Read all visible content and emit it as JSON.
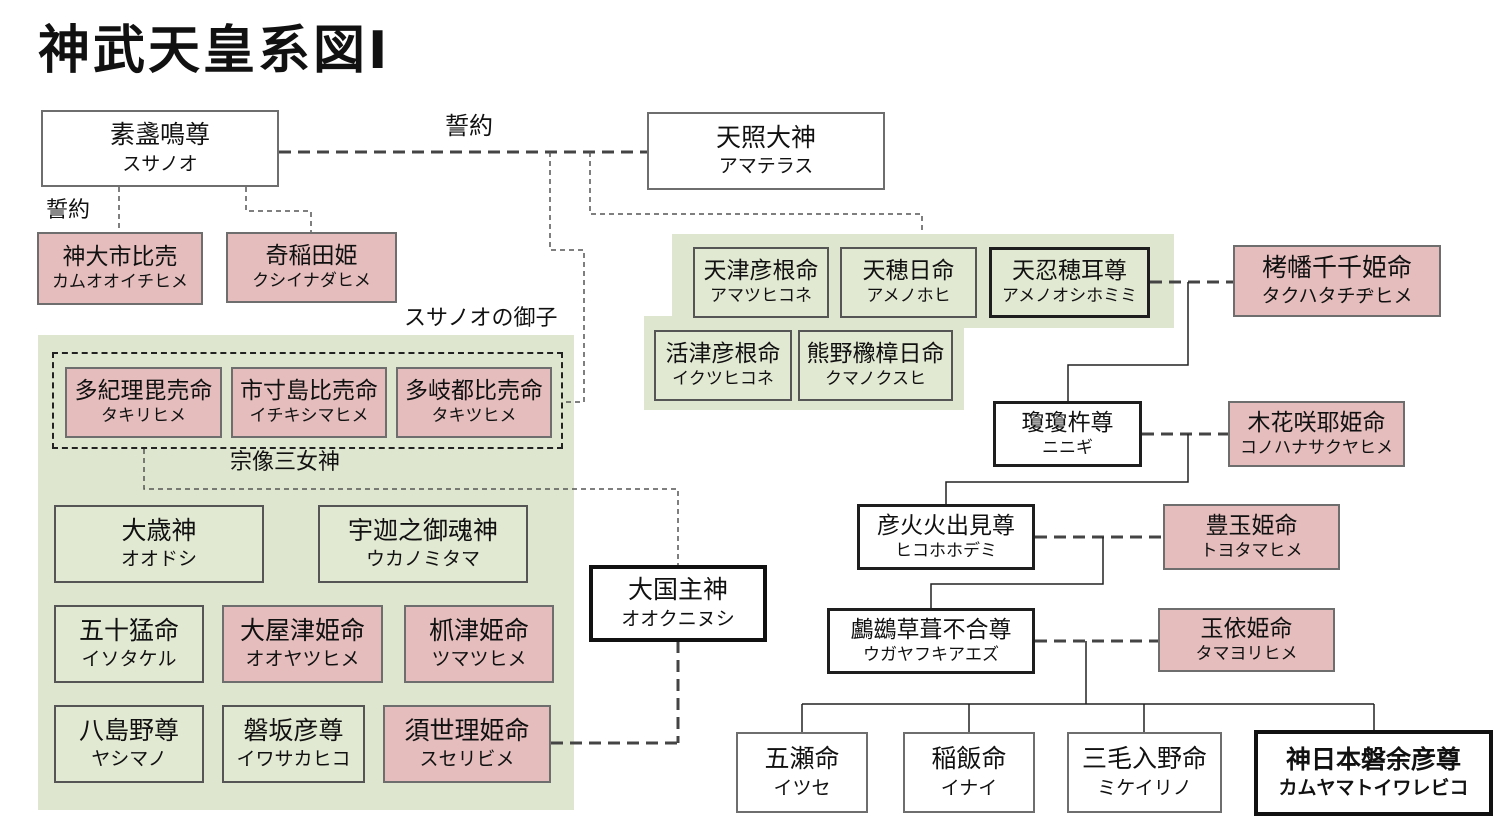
{
  "title": "神武天皇系図Ⅰ",
  "labels": {
    "oath_top": "誓約",
    "oath_left": "誓約",
    "susanoo_children": "スサノオの御子",
    "munakata": "宗像三女神"
  },
  "persons": {
    "susanoo": {
      "kanji": "素盞鳴尊",
      "kana": "スサノオ"
    },
    "amaterasu": {
      "kanji": "天照大神",
      "kana": "アマテラス"
    },
    "kamuoichi": {
      "kanji": "神大市比売",
      "kana": "カムオオイチヒメ"
    },
    "kushinada": {
      "kanji": "奇稲田姫",
      "kana": "クシイナダヒメ"
    },
    "tagiri": {
      "kanji": "多紀理毘売命",
      "kana": "タキリヒメ"
    },
    "ichikishima": {
      "kanji": "市寸島比売命",
      "kana": "イチキシマヒメ"
    },
    "tagitsu": {
      "kanji": "多岐都比売命",
      "kana": "タキツヒメ"
    },
    "otoshi": {
      "kanji": "大歳神",
      "kana": "オオドシ"
    },
    "ukanomitama": {
      "kanji": "宇迦之御魂神",
      "kana": "ウカノミタマ"
    },
    "isotakeru": {
      "kanji": "五十猛命",
      "kana": "イソタケル"
    },
    "oyatsuhime": {
      "kanji": "大屋津姫命",
      "kana": "オオヤツヒメ"
    },
    "tsumatsuhime": {
      "kanji": "枛津姫命",
      "kana": "ツマツヒメ"
    },
    "yashimano": {
      "kanji": "八島野尊",
      "kana": "ヤシマノ"
    },
    "iwasakahiko": {
      "kanji": "磐坂彦尊",
      "kana": "イワサカヒコ"
    },
    "suseribime": {
      "kanji": "須世理姫命",
      "kana": "スセリビメ"
    },
    "okuninushi": {
      "kanji": "大国主神",
      "kana": "オオクニヌシ"
    },
    "amatsuhikone": {
      "kanji": "天津彦根命",
      "kana": "アマツヒコネ"
    },
    "amenohohi": {
      "kanji": "天穂日命",
      "kana": "アメノホヒ"
    },
    "oshihomimi": {
      "kanji": "天忍穂耳尊",
      "kana": "アメノオシホミミ"
    },
    "takuhatachiji": {
      "kanji": "栲幡千千姫命",
      "kana": "タクハタチヂヒメ"
    },
    "ikutsuhikone": {
      "kanji": "活津彦根命",
      "kana": "イクツヒコネ"
    },
    "kumanokusubi": {
      "kanji": "熊野櫲樟日命",
      "kana": "クマノクスヒ"
    },
    "ninigi": {
      "kanji": "瓊瓊杵尊",
      "kana": "ニニギ"
    },
    "konohanasakuya": {
      "kanji": "木花咲耶姫命",
      "kana": "コノハナサクヤヒメ"
    },
    "hohodemi": {
      "kanji": "彦火火出見尊",
      "kana": "ヒコホホデミ"
    },
    "toyotama": {
      "kanji": "豊玉姫命",
      "kana": "トヨタマヒメ"
    },
    "ugayafukiaezu": {
      "kanji": "鸕鷀草葺不合尊",
      "kana": "ウガヤフキアエズ"
    },
    "tamayori": {
      "kanji": "玉依姫命",
      "kana": "タマヨリヒメ"
    },
    "itsuse": {
      "kanji": "五瀬命",
      "kana": "イツセ"
    },
    "inai": {
      "kanji": "稲飯命",
      "kana": "イナイ"
    },
    "mikeirino": {
      "kanji": "三毛入野命",
      "kana": "ミケイリノ"
    },
    "jinmu": {
      "kanji": "神日本磐余彦尊",
      "kana": "カムヤマトイワレビコ"
    }
  }
}
